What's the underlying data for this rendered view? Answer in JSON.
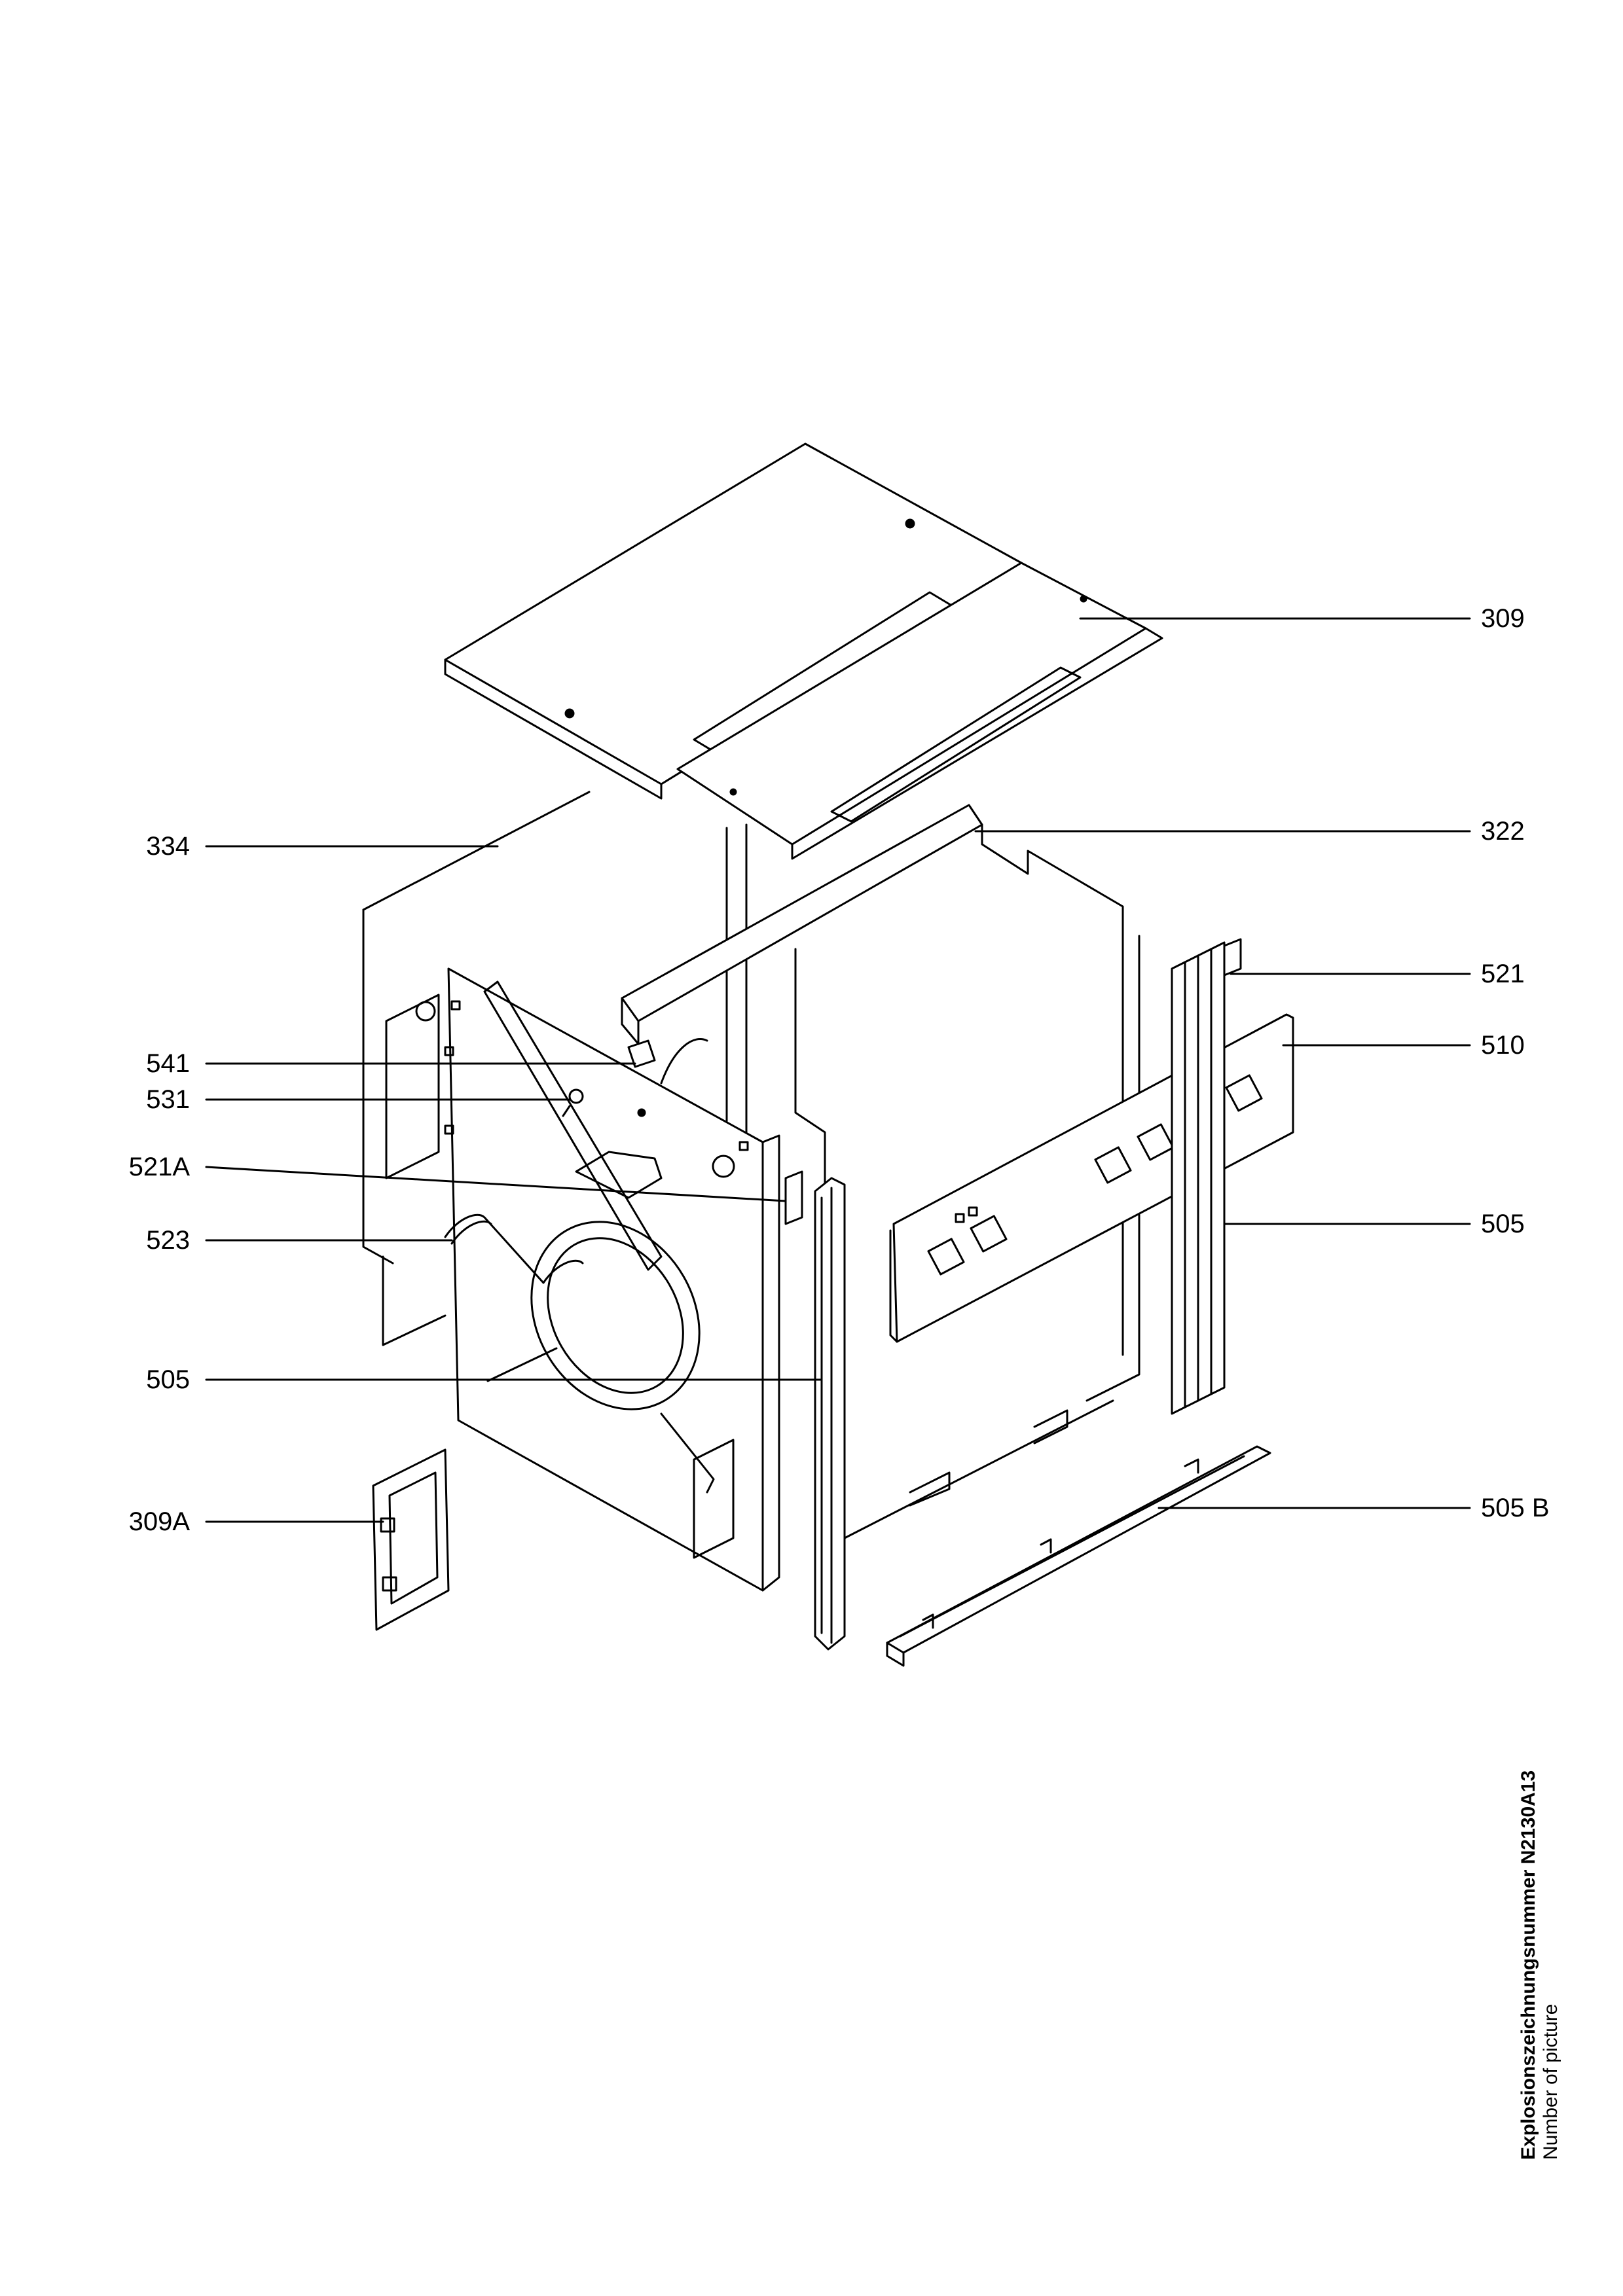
{
  "labels_left": [
    {
      "id": "334",
      "text": "334"
    },
    {
      "id": "541",
      "text": "541"
    },
    {
      "id": "531",
      "text": "531"
    },
    {
      "id": "521A",
      "text": "521A"
    },
    {
      "id": "523",
      "text": "523"
    },
    {
      "id": "505-left",
      "text": "505"
    },
    {
      "id": "309A",
      "text": "309A"
    }
  ],
  "labels_right": [
    {
      "id": "309",
      "text": "309"
    },
    {
      "id": "322",
      "text": "322"
    },
    {
      "id": "521",
      "text": "521"
    },
    {
      "id": "510",
      "text": "510"
    },
    {
      "id": "505-right",
      "text": "505"
    },
    {
      "id": "505B",
      "text": "505 B"
    }
  ],
  "footer": {
    "title": "Explosionszeichnungsnummer N2130A13",
    "subtitle": "Number of picture"
  },
  "colors": {
    "line": "#000000",
    "background": "#ffffff"
  }
}
